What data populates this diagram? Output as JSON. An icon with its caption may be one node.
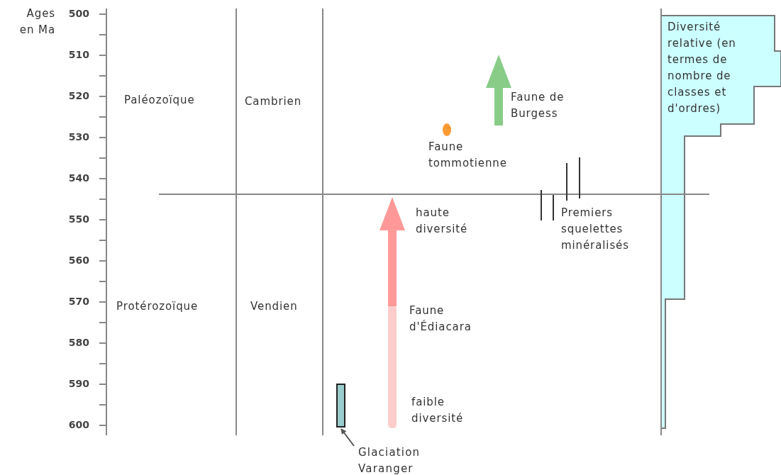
{
  "diagram": {
    "nodes": [
      {
        "text": [
          "Glaciation Varanger"
        ]
      },
      {
        "text": [],
        "shape": "bar"
      }
    ],
    "edges": [
      {
        "from": 0,
        "to": 1,
        "arrow": "to"
      }
    ],
    "labels": [
      "Ages en Ma",
      "500",
      "510",
      "520",
      "530",
      "540",
      "550",
      "560",
      "570",
      "580",
      "590",
      "600",
      "Paléozoïque",
      "Cambrien",
      "Faune de Burgess",
      "Faune tommotienne",
      "Diversité relative (en termes de nombre de classes et d'ordres)",
      "haute diversité",
      "Premiers squelettes minéralisés",
      "Protérozoïque",
      "Vendien",
      "Faune d'Édiacara",
      "faible diversité"
    ]
  }
}
